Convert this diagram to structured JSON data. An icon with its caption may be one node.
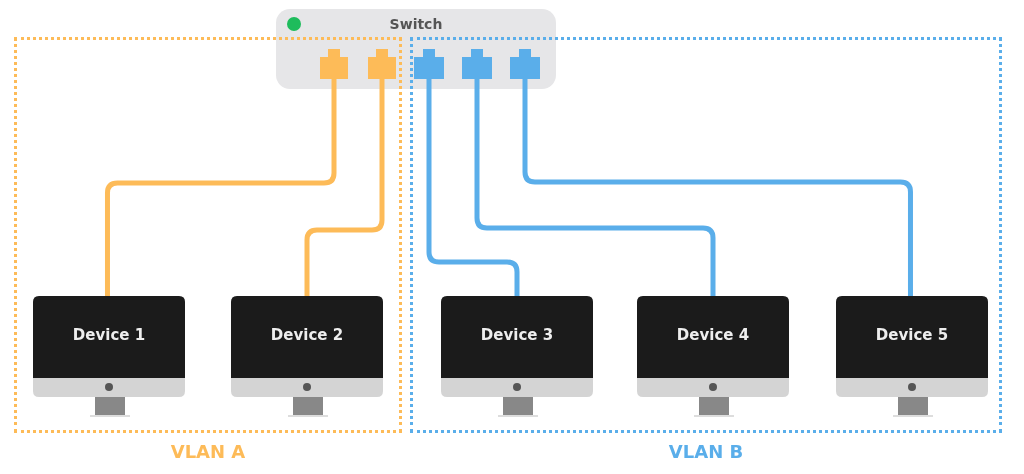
{
  "diagram": {
    "nodes": [
      {
        "text": [
          "Switch"
        ]
      },
      {
        "text": [],
        "shape": "box"
      },
      {
        "text": [],
        "shape": "box"
      },
      {
        "text": [],
        "shape": "box"
      },
      {
        "text": [],
        "shape": "box"
      },
      {
        "text": [],
        "shape": "box"
      },
      {
        "text": [
          "VLAN A"
        ]
      },
      {
        "text": [
          "VLAN B"
        ]
      },
      {
        "text": [
          "Device 1"
        ],
        "in": 6
      },
      {
        "text": [
          "Device 2"
        ],
        "in": 6
      },
      {
        "text": [
          "Device 3"
        ],
        "in": 7
      },
      {
        "text": [
          "Device 4"
        ],
        "in": 7
      },
      {
        "text": [
          "Device 5"
        ],
        "in": 7
      }
    ],
    "edges": [
      {
        "from": 1,
        "to": 8,
        "arrow": "none",
        "color": "#fdbb58"
      },
      {
        "from": 2,
        "to": 9,
        "arrow": "none",
        "color": "#fdbb58"
      },
      {
        "from": 3,
        "to": 10,
        "arrow": "none",
        "color": "#5aaeea"
      },
      {
        "from": 4,
        "to": 11,
        "arrow": "none",
        "color": "#5aaeea"
      },
      {
        "from": 5,
        "to": 12,
        "arrow": "none",
        "color": "#5aaeea"
      }
    ]
  }
}
